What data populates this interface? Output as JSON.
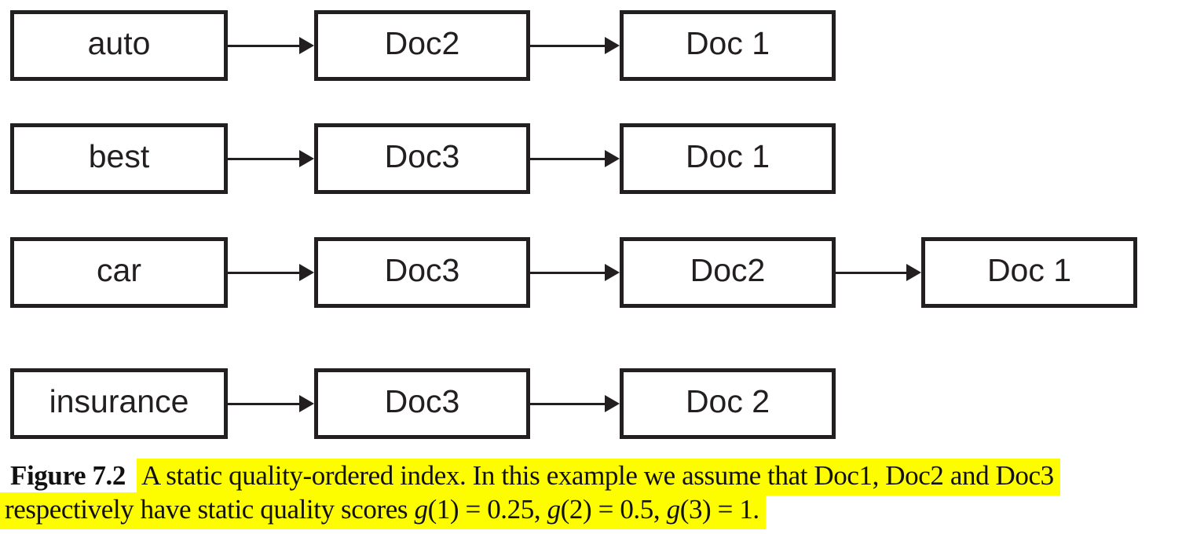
{
  "figure": {
    "description": "static quality-ordered index diagram",
    "rows": [
      {
        "term": "auto",
        "postings": [
          "Doc2",
          "Doc 1"
        ]
      },
      {
        "term": "best",
        "postings": [
          "Doc3",
          "Doc 1"
        ]
      },
      {
        "term": "car",
        "postings": [
          "Doc3",
          "Doc2",
          "Doc 1"
        ]
      },
      {
        "term": "insurance",
        "postings": [
          "Doc3",
          "Doc 2"
        ]
      }
    ]
  },
  "caption": {
    "label": "Figure 7.2",
    "line1": "A static quality-ordered index. In this example we assume that Doc1, Doc2 and Doc3",
    "line2_segments": [
      {
        "text": "respectively have static quality scores ",
        "style": "normal"
      },
      {
        "text": "g",
        "style": "italic"
      },
      {
        "text": "(1) = 0.25, ",
        "style": "normal"
      },
      {
        "text": "g",
        "style": "italic"
      },
      {
        "text": "(2) = 0.5, ",
        "style": "normal"
      },
      {
        "text": "g",
        "style": "italic"
      },
      {
        "text": "(3) = 1.",
        "style": "normal"
      }
    ],
    "highlight_color": "#fdfd00",
    "text_color": "#111111"
  },
  "colors": {
    "background": "#ffffff",
    "box_border": "#231f20",
    "box_fill": "#ffffff",
    "label_text": "#231f20",
    "arrow": "#231f20"
  }
}
